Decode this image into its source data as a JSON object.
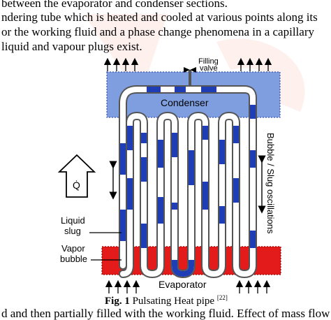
{
  "text": {
    "line1": "between the evaporator and condenser sections.",
    "line2": "ndering tube which is heated and cooled at various points along its",
    "line3": "or the working fluid and a phase change phenomena in a capillary",
    "line4": "liquid and vapour plugs exist.",
    "bottom": "d and then partially filled with the working fluid. Effect of mass flow"
  },
  "figure": {
    "filling_valve": [
      "Filling",
      "valve"
    ],
    "condenser": "Condenser",
    "evaporator": "Evaporator",
    "q_label": "Q̇",
    "liquid_slug": [
      "Liquid",
      "slug"
    ],
    "vapor_bubble": [
      "Vapor",
      "bubble"
    ],
    "oscillations": "Bubble / Slug oscillations"
  },
  "caption": {
    "label": "Fig. 1",
    "text": "Pulsating Heat pipe",
    "ref": "[22]"
  },
  "colors": {
    "condenser": "#7f9ee0",
    "evaporator": "#e31b1b",
    "fluid": "#1f3db5",
    "watermark": "#f6c9c1"
  }
}
